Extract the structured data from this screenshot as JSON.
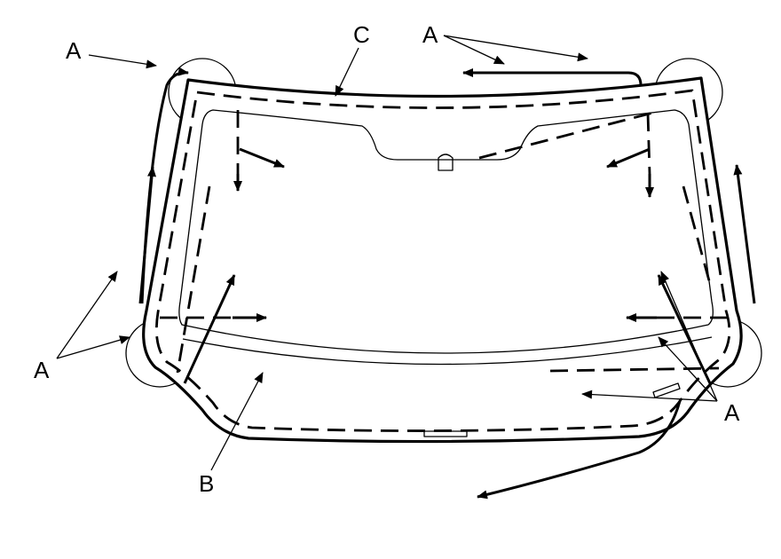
{
  "labels": {
    "a_top_left": "A",
    "a_top_right": "A",
    "a_left": "A",
    "a_right": "A",
    "b": "B",
    "c": "C"
  },
  "icons": {
    "suction_cup": "suction-cup-icon",
    "arrow": "arrow-icon"
  },
  "colors": {
    "ink": "#000000",
    "background": "#ffffff"
  }
}
